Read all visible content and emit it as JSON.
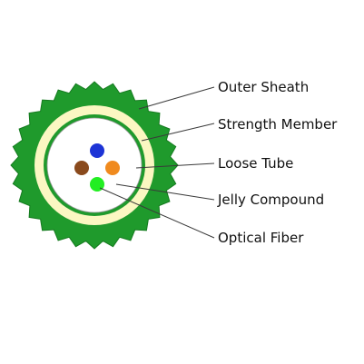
{
  "diagram": {
    "labels": [
      {
        "key": "outer_sheath",
        "text": "Outer Sheath"
      },
      {
        "key": "strength_member",
        "text": "Strength Member"
      },
      {
        "key": "loose_tube",
        "text": "Loose Tube"
      },
      {
        "key": "jelly_compound",
        "text": "Jelly Compound"
      },
      {
        "key": "optical_fiber",
        "text": "Optical Fiber"
      }
    ],
    "colors": {
      "outer_sheath": "#1f9a2c",
      "outer_sheath_edge": "#157a1f",
      "strength_member": "#fbf7c2",
      "loose_tube_ring": "#1f9a2c",
      "loose_tube_inner": "#ffffff",
      "fiber_blue": "#1d34d6",
      "fiber_brown": "#8a4a1c",
      "fiber_orange": "#f08a1e",
      "fiber_green": "#22ee22"
    }
  }
}
